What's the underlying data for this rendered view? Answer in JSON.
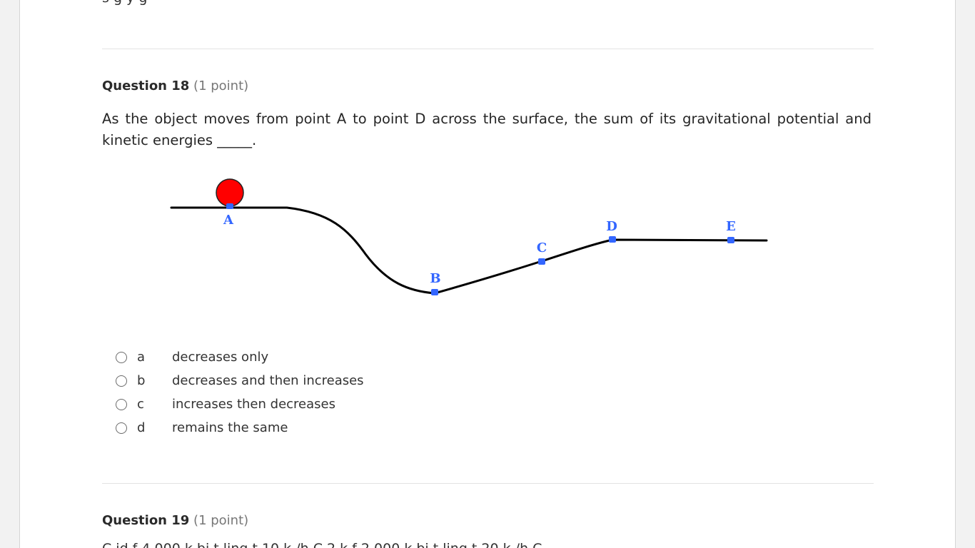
{
  "previous_question_tail": "s    g      y                g",
  "question": {
    "title": "Question 18",
    "points": "(1 point)",
    "text": " As the object moves from point A to point D across the surface, the sum of its gravitational potential and kinetic energies _____.",
    "figure": {
      "point_labels": [
        "A",
        "B",
        "C",
        "D",
        "E"
      ],
      "ball_color": "#ff0000",
      "point_color": "#3366ff",
      "curve_color": "#000000"
    },
    "options": [
      {
        "letter": "a",
        "text": "decreases only"
      },
      {
        "letter": "b",
        "text": "decreases and then increases"
      },
      {
        "letter": "c",
        "text": "increases then decreases"
      },
      {
        "letter": "d",
        "text": "remains the same"
      }
    ]
  },
  "next_question": {
    "title": "Question 19",
    "points": "(1 point)",
    "partial_text": "C    id              f 4 000 k        bj  t    ling  t 10 k  /h  C    2 k              f 2 000 k       bj  t    ling  t 20 k  /h  C"
  }
}
